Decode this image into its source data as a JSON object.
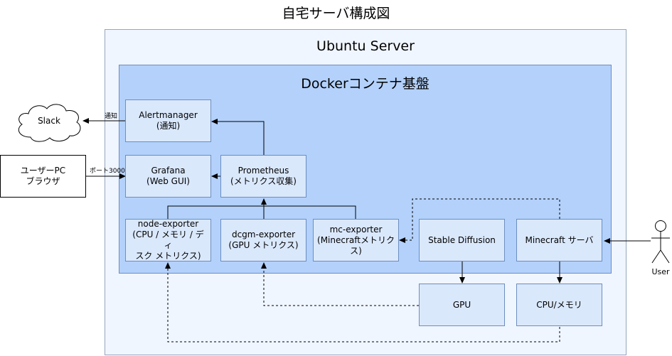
{
  "title": "自宅サーバ構成図",
  "server": {
    "label": "Ubuntu Server"
  },
  "docker": {
    "label": "Dockerコンテナ基盤"
  },
  "nodes": {
    "alertmanager": {
      "line1": "Alertmanager",
      "line2": "(通知)"
    },
    "grafana": {
      "line1": "Grafana",
      "line2": "(Web GUI)"
    },
    "prometheus": {
      "line1": "Prometheus",
      "line2": "(メトリクス収集)"
    },
    "node_exporter": {
      "line1": "node-exporter",
      "line2": "(CPU / メモリ / ディ",
      "line3": "スク メトリクス)"
    },
    "dcgm_exporter": {
      "line1": "dcgm-exporter",
      "line2": "(GPU メトリクス)"
    },
    "mc_exporter": {
      "line1": "mc-exporter",
      "line2": "(Minecraftメトリク",
      "line3": "ス)"
    },
    "stable_diffusion": {
      "line1": "Stable Diffusion"
    },
    "minecraft": {
      "line1": "Minecraft サーバ"
    },
    "gpu": {
      "line1": "GPU"
    },
    "cpu_mem": {
      "line1": "CPU/メモリ"
    },
    "slack": {
      "line1": "Slack"
    },
    "user_pc": {
      "line1": "ユーザーPC",
      "line2": "ブラウザ"
    },
    "user": {
      "label": "User"
    }
  },
  "edge_labels": {
    "notify": "通知",
    "port": "ポート3000"
  }
}
